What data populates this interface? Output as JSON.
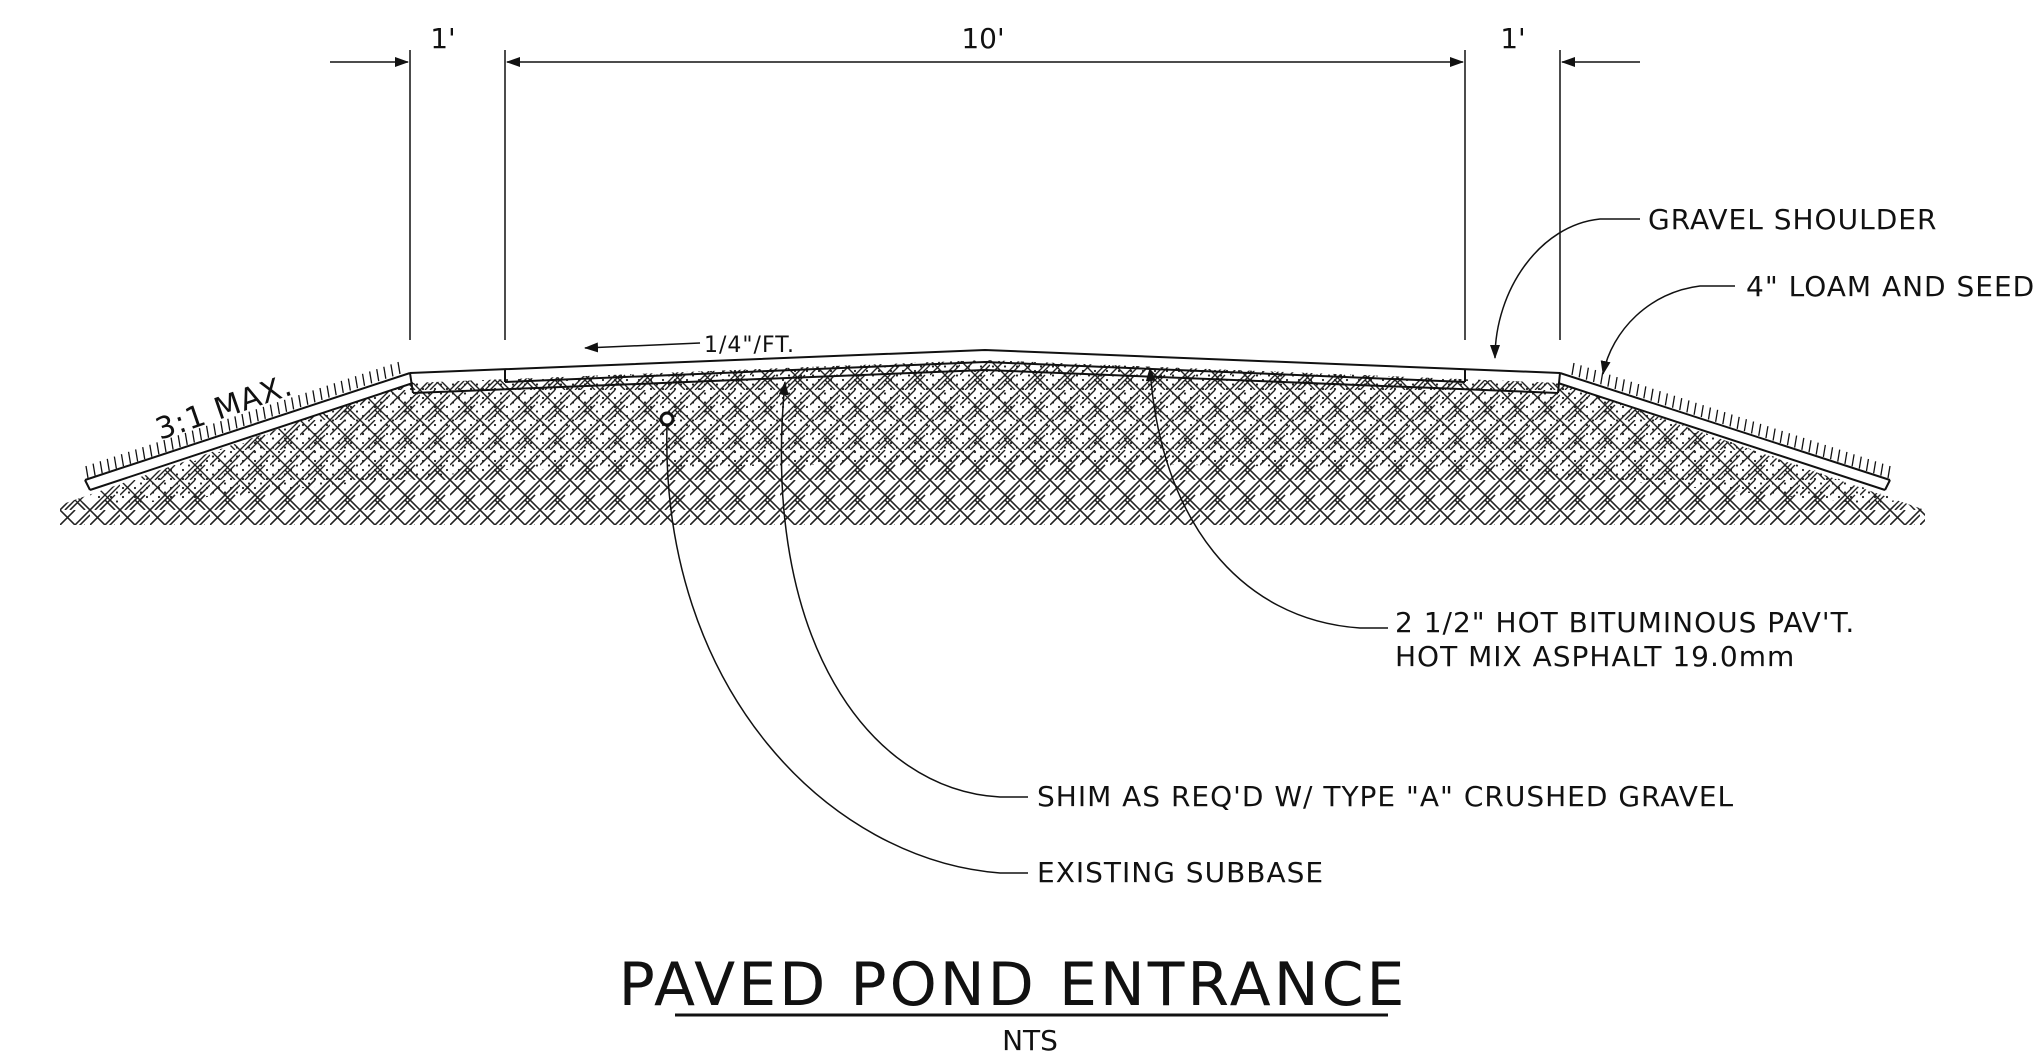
{
  "dimensions": {
    "left_shoulder": "1'",
    "pavement_width": "10'",
    "right_shoulder": "1'"
  },
  "slopes": {
    "cross_slope": "1/4\"/FT.",
    "side_slope": "3:1 MAX."
  },
  "callouts": {
    "gravel_shoulder": "GRAVEL SHOULDER",
    "loam_and_seed": "4\" LOAM AND SEED",
    "pavement_line1": "2 1/2\" HOT BITUMINOUS PAV'T.",
    "pavement_line2": "HOT MIX ASPHALT 19.0mm",
    "shim": "SHIM AS REQ'D W/ TYPE \"A\" CRUSHED GRAVEL",
    "subbase": "EXISTING SUBBASE"
  },
  "title": {
    "main": "PAVED POND ENTRANCE",
    "scale": "NTS"
  }
}
